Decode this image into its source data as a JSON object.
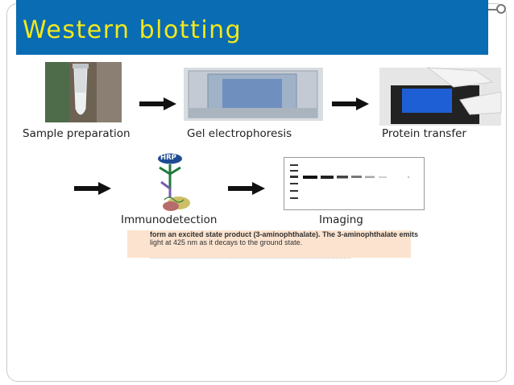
{
  "slide": {
    "title": "Western blotting"
  },
  "steps": [
    {
      "label": "Sample preparation"
    },
    {
      "label": "Gel electrophoresis"
    },
    {
      "label": "Protein transfer"
    },
    {
      "label": "Immunodetection"
    },
    {
      "label": "Imaging"
    }
  ],
  "immunodetection": {
    "enzyme_label": "HRP"
  },
  "overlay_text": {
    "line1": "form an excited state product (3-aminophthalate). The 3-aminophthalate emits",
    "line2": "light at 425 nm as it decays to the ground state.",
    "line3": "...................................................................................................."
  },
  "colors": {
    "title_bar": "#0a6cb3",
    "title_text": "#f2e81c",
    "overlay_strip": "#fbe3cf"
  }
}
